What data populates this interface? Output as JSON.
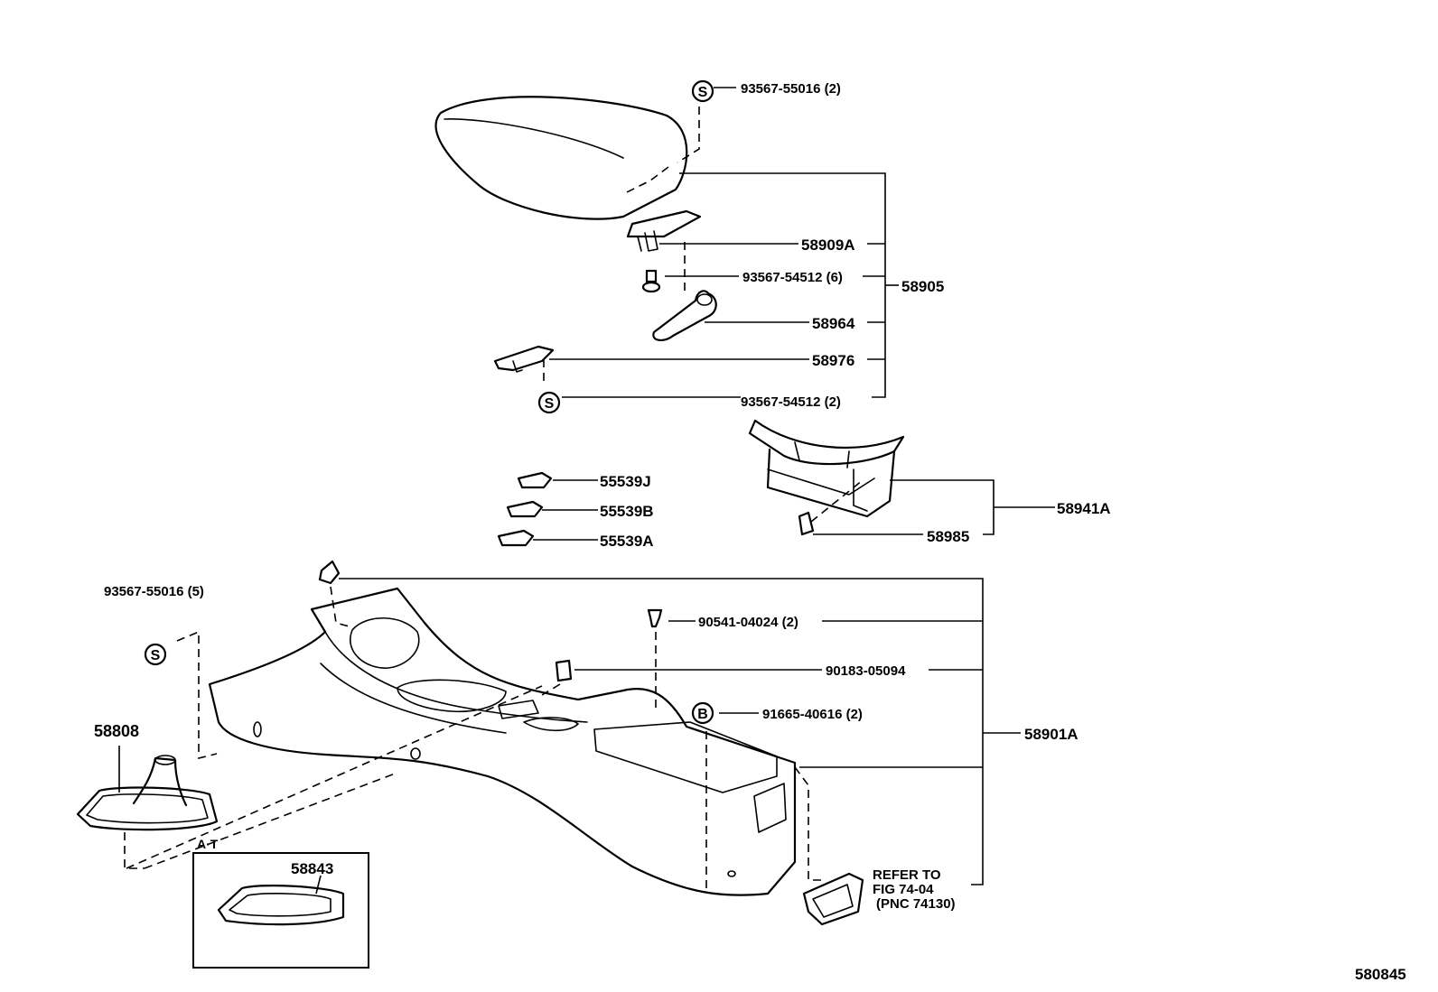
{
  "diagram_id": "580845",
  "labels": {
    "screw_top": "93567-55016 (2)",
    "p58909A": "58909A",
    "screw_6": "93567-54512 (6)",
    "p58905": "58905",
    "p58964": "58964",
    "p58976": "58976",
    "screw_2": "93567-54512 (2)",
    "p55539J": "55539J",
    "p55539B": "55539B",
    "p55539A": "55539A",
    "p58941A": "58941A",
    "p58985": "58985",
    "screw_5": "93567-55016 (5)",
    "bolt": "90541-04024 (2)",
    "clip": "90183-05094",
    "p91665": "91665-40616 (2)",
    "p58901A": "58901A",
    "p58808": "58808",
    "at": "A·T",
    "p58843": "58843",
    "refer_line1": "REFER TO",
    "refer_line2": "FIG 74-04",
    "refer_line3": "(PNC 74130)"
  },
  "symbols": {
    "screw": "S",
    "bolt": "B"
  }
}
